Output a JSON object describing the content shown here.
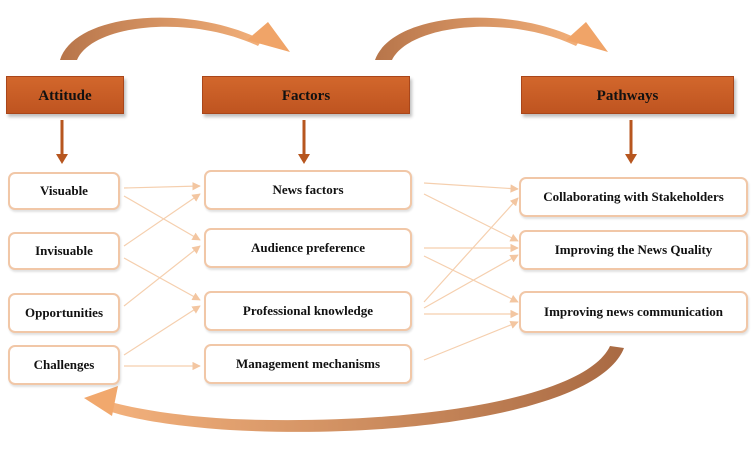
{
  "headers": {
    "attitude": "Attitude",
    "factors": "Factors",
    "pathways": "Pathways"
  },
  "attitude_items": [
    "Visuable",
    "Invisuable",
    "Opportunities",
    "Challenges"
  ],
  "factor_items": [
    "News factors",
    "Audience preference",
    "Professional knowledge",
    "Management mechanisms"
  ],
  "pathway_items": [
    "Collaborating with Stakeholders",
    "Improving the News Quality",
    "Improving news communication"
  ],
  "colors": {
    "header_fill": "#c95e25",
    "box_border": "#f1c7a7",
    "arrow_brown": "#b7561f",
    "curve_arrow": "#e9a66f",
    "connector": "#f5cfae"
  }
}
